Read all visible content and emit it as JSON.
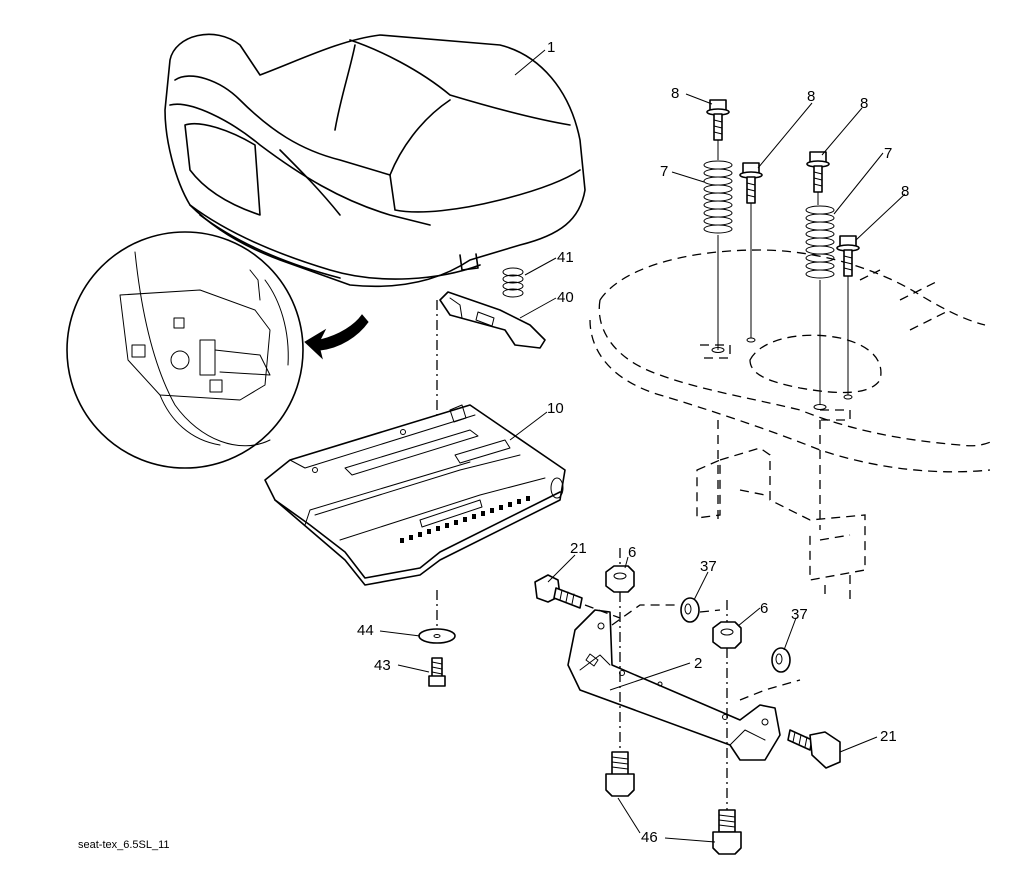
{
  "callouts": [
    {
      "id": "c1",
      "number": "1"
    },
    {
      "id": "c2",
      "number": "2"
    },
    {
      "id": "c6a",
      "number": "6"
    },
    {
      "id": "c6b",
      "number": "6"
    },
    {
      "id": "c7a",
      "number": "7"
    },
    {
      "id": "c7b",
      "number": "7"
    },
    {
      "id": "c8a",
      "number": "8"
    },
    {
      "id": "c8b",
      "number": "8"
    },
    {
      "id": "c8c",
      "number": "8"
    },
    {
      "id": "c8d",
      "number": "8"
    },
    {
      "id": "c10",
      "number": "10"
    },
    {
      "id": "c21a",
      "number": "21"
    },
    {
      "id": "c21b",
      "number": "21"
    },
    {
      "id": "c37a",
      "number": "37"
    },
    {
      "id": "c37b",
      "number": "37"
    },
    {
      "id": "c40",
      "number": "40"
    },
    {
      "id": "c41",
      "number": "41"
    },
    {
      "id": "c43",
      "number": "43"
    },
    {
      "id": "c44",
      "number": "44"
    },
    {
      "id": "c46",
      "number": "46"
    }
  ],
  "reference_code": "seat-tex_6.5SL_11",
  "colors": {
    "line": "#000000",
    "background": "#ffffff"
  }
}
